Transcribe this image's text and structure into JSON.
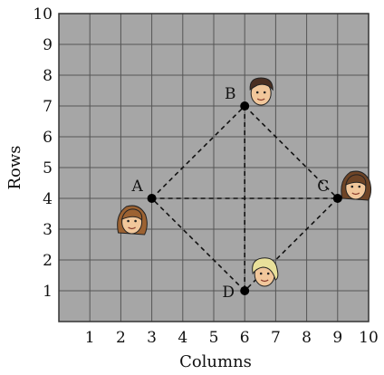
{
  "diagram": {
    "x_axis_label": "Columns",
    "y_axis_label": "Rows",
    "x_range": [
      0,
      10
    ],
    "y_range": [
      0,
      10
    ],
    "x_tick_labels": [
      "1",
      "2",
      "3",
      "4",
      "5",
      "6",
      "7",
      "8",
      "9",
      "10"
    ],
    "y_tick_labels": [
      "1",
      "2",
      "3",
      "4",
      "5",
      "6",
      "7",
      "8",
      "9",
      "10"
    ],
    "grid": true,
    "colors": {
      "plot_background": "#a6a6a6",
      "grid_line": "#555555",
      "point": "#000000",
      "dashed_line": "#111111"
    },
    "points": [
      {
        "label": "A",
        "x": 3,
        "y": 4,
        "label_side": "upper-left",
        "figure": "face-girl-left"
      },
      {
        "label": "B",
        "x": 6,
        "y": 7,
        "label_side": "upper-left",
        "figure": "face-boy-top"
      },
      {
        "label": "C",
        "x": 9,
        "y": 4,
        "label_side": "upper-left",
        "figure": "face-girl-right"
      },
      {
        "label": "D",
        "x": 6,
        "y": 1,
        "label_side": "left",
        "figure": "face-blond-bottom"
      }
    ],
    "dashed_segments": [
      [
        "A",
        "B"
      ],
      [
        "B",
        "C"
      ],
      [
        "C",
        "D"
      ],
      [
        "D",
        "A"
      ],
      [
        "A",
        "C"
      ],
      [
        "B",
        "D"
      ]
    ]
  }
}
